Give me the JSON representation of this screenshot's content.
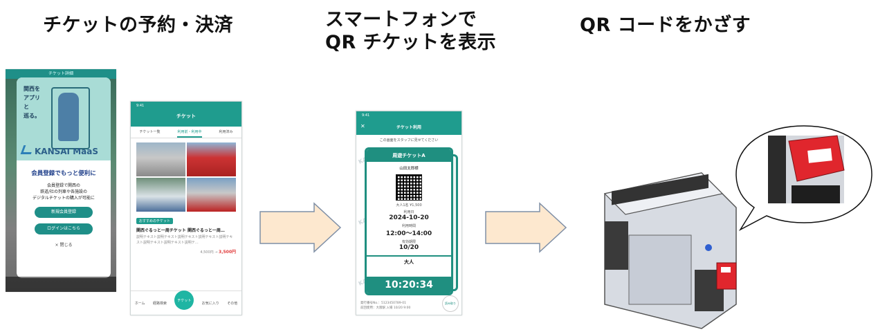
{
  "headings": {
    "step1": "チケットの予約・決済",
    "step2_line1": "スマートフォンで",
    "step2_line2": "QR チケットを表示",
    "step3": "QR コードをかざす"
  },
  "phone1": {
    "topbar": "チケット詳細",
    "hero_lines": [
      "関西を",
      "アプリ",
      "と",
      "巡る。"
    ],
    "brand": "KANSAI MaaS",
    "modal_title": "会員登録でもっと便利に",
    "modal_body": [
      "会員登録で関西の",
      "鉄道/社の列車や各施設の",
      "デジタルチケットの購入が可能に"
    ],
    "register_button": "新規会員登録",
    "login_button": "ログインはこちら",
    "close": "× 閉じる"
  },
  "phone2": {
    "time": "9:41",
    "title": "チケット",
    "tabs": [
      "チケット一覧",
      "利用前・利用中",
      "利用済み"
    ],
    "tag": "おすすめのチケット",
    "product_title": "関西ぐるっと一周チケット 関西ぐるっと一周…",
    "product_desc": "説明テキスト説明テキスト説明テキスト説明テキスト説明テキスト説明テキスト説明テキスト説明テ…",
    "price_regular": "4,500円 →",
    "price_sale": "3,500円",
    "nav": [
      "ホーム",
      "経路検索",
      "チケット",
      "お気に入り",
      "その他"
    ]
  },
  "phone3": {
    "time": "9:41",
    "title": "チケット利用",
    "note": "この画面をスタッフに見せてください",
    "card_title": "周遊チケットA",
    "holder": "山田太郎様",
    "price_note": "大人1名 ¥1,500",
    "use_date_label": "利用日",
    "use_date": "2024-10-20",
    "use_time_label": "利用時間",
    "use_time": "12:00〜14:00",
    "valid_label": "有効期限",
    "valid": "10/20",
    "passenger": "大人",
    "clock": "10:20:34",
    "foot_line1": "発行番号No.：5123450789-01",
    "foot_line2": "前回使用：大阪駅 入場 10/20 9:00",
    "scan_label": "読み取り",
    "watermark": "KANSAI"
  },
  "colors": {
    "teal": "#1f9c8e",
    "arrow_fill": "#fde8cf",
    "arrow_stroke": "#7f8fa6",
    "gate_red": "#e0262d"
  }
}
